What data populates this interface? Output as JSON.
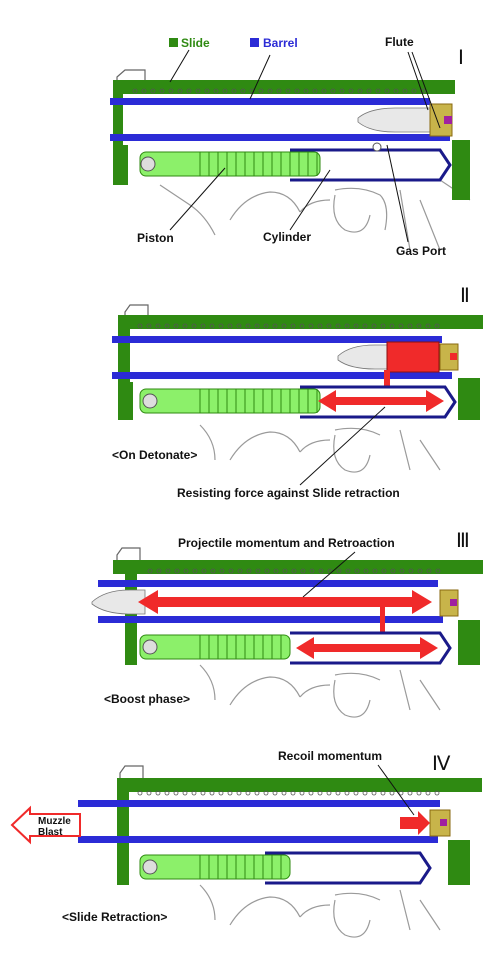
{
  "legend": {
    "slide": "Slide",
    "barrel": "Barrel"
  },
  "colors": {
    "slide": "#2f8a12",
    "barrel": "#2b2bd6",
    "piston": "#8cf06a",
    "force": "#f02a2a",
    "frame_line": "#9a9a9a",
    "cartridge": "#e8e8e8",
    "port": "#8a6a10",
    "flute": "#c8b44a"
  },
  "labels": {
    "flute": "Flute",
    "piston": "Piston",
    "cylinder": "Cylinder",
    "gas_port": "Gas Port",
    "resisting": "Resisting force against Slide retraction",
    "projectile": "Projectile momentum and Retroaction",
    "recoil": "Recoil momentum",
    "muzzle_blast_1": "Muzzle",
    "muzzle_blast_2": "Blast"
  },
  "panels": [
    {
      "numeral": "Ⅰ",
      "caption": ""
    },
    {
      "numeral": "Ⅱ",
      "caption": "<On Detonate>"
    },
    {
      "numeral": "Ⅲ",
      "caption": "<Boost phase>"
    },
    {
      "numeral": "Ⅳ",
      "caption": "<Slide Retraction>"
    }
  ]
}
